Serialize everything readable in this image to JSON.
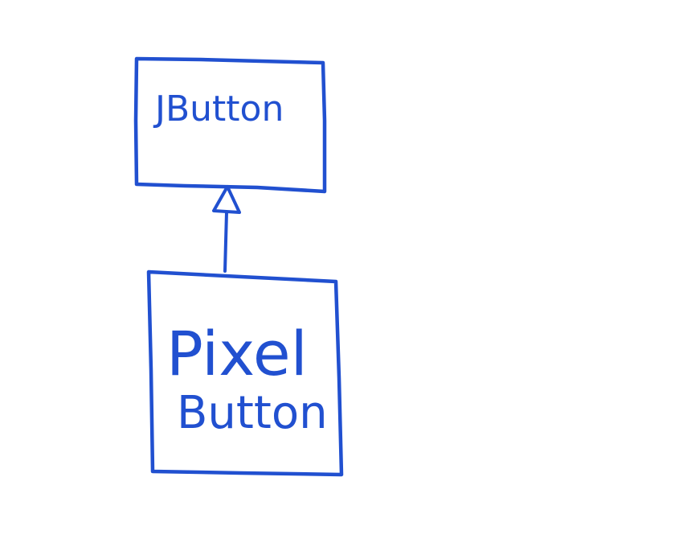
{
  "diagram": {
    "type": "uml-class-inheritance",
    "stroke_color": "#2150d0",
    "background_color": "#ffffff",
    "parent_class": {
      "name": "JButton"
    },
    "child_class": {
      "name_line1": "Pixel",
      "name_line2": "Button"
    },
    "relationship": {
      "kind": "generalization",
      "arrowhead": "hollow-triangle"
    }
  }
}
